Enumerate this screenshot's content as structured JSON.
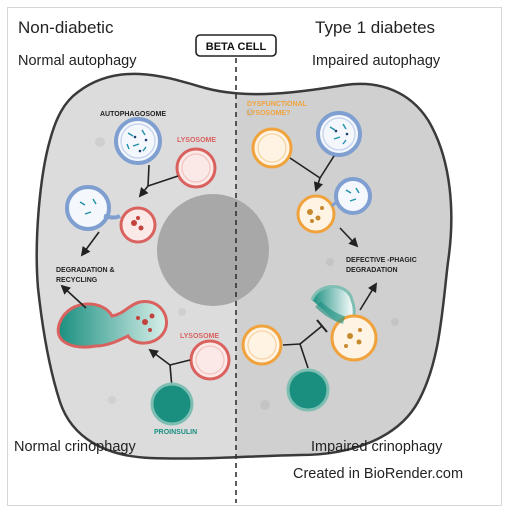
{
  "diagram": {
    "center_label": "BETA CELL",
    "left": {
      "title": "Non-diabetic",
      "top_caption": "Normal autophagy",
      "bottom_caption": "Normal crinophagy",
      "labels": {
        "autophagosome": "AUTOPHAGOSOME",
        "lysosome_top": "LYSOSOME",
        "degradation_line1": "DEGRADATION &",
        "degradation_line2": "RECYCLING",
        "lysosome_bottom": "LYSOSOME",
        "proinsulin": "PROINSULIN"
      }
    },
    "right": {
      "title": "Type 1 diabetes",
      "top_caption": "Impaired autophagy",
      "bottom_caption": "Impaired crinophagy",
      "labels": {
        "dysfunctional_line1": "DYSFUNCTIONAL",
        "dysfunctional_line2": "LYSOSOME?",
        "defective_line1": "DEFECTIVE -PHAGIC",
        "defective_line2": "DEGRADATION"
      }
    },
    "credit": "Created in BioRender.com",
    "colors": {
      "cell_left": "#dcdcdc",
      "cell_right": "#d0d0d0",
      "nucleus": "#a8a8a8",
      "lysosome_red": "#d9625f",
      "dysfunctional_orange": "#f0a33d",
      "autophagosome_blue": "#7f9fd1",
      "proinsulin_teal": "#1a8f80"
    }
  }
}
